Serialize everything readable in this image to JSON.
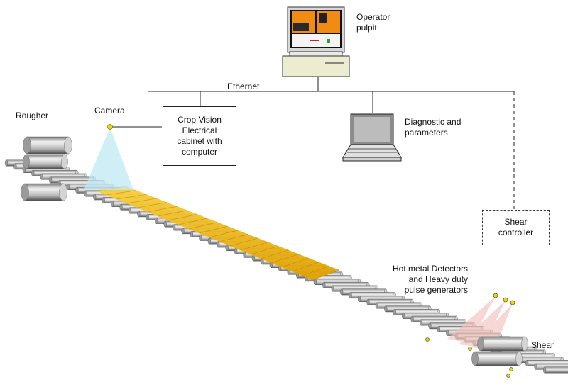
{
  "labels": {
    "operator_pulpit": "Operator\npulpit",
    "ethernet": "Ethernet",
    "rougher": "Rougher",
    "camera": "Camera",
    "crop_vision": "Crop Vision\nElectrical\ncabinet with\ncomputer",
    "diagnostic": "Diagnostic and\nparameters",
    "shear_controller": "Shear\ncontroller",
    "detectors": "Hot metal  Detectors\nand Heavy duty\npulse generators",
    "shear": "Shear"
  },
  "colors": {
    "line": "#222222",
    "roller_light": "#e6e6e6",
    "roller_dark": "#6e6e6e",
    "slab": "#f0b400",
    "camera_beam": "#bfe8f2",
    "detector_beam": "#f4c2bc",
    "sensor": "#f2d400",
    "screen_orange": "#f08c14"
  },
  "icons": [
    "operator-pc-icon",
    "laptop-icon",
    "camera-icon",
    "roller-table-icon",
    "detector-icon",
    "shear-roll-icon"
  ]
}
